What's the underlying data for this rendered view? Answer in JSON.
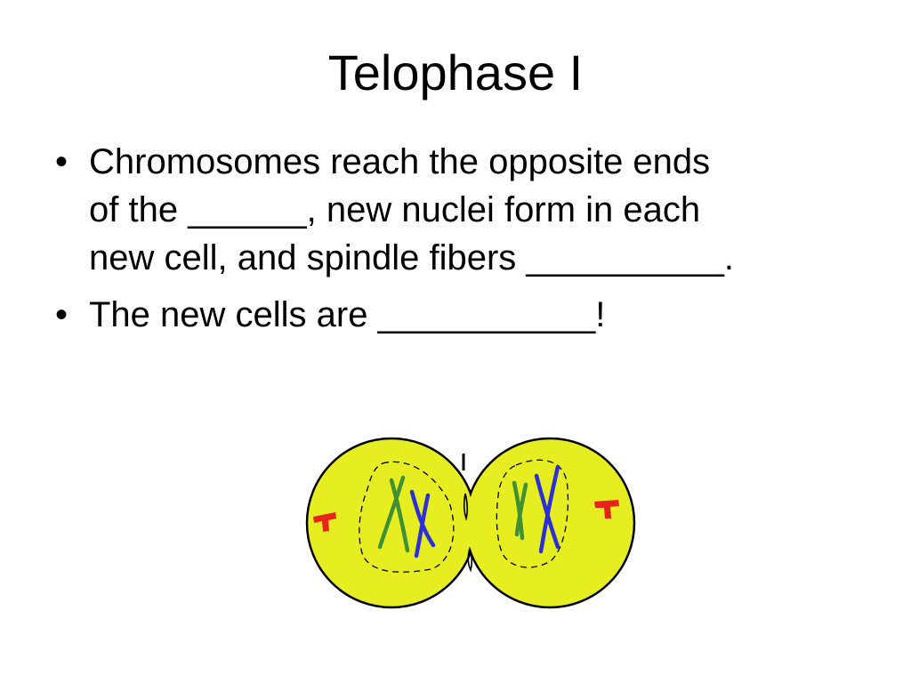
{
  "slide": {
    "title": "Telophase I",
    "bullets": [
      {
        "lines": [
          "Chromosomes reach the opposite ends",
          "of the ______, new nuclei form in each",
          "new cell, and spindle fibers __________."
        ]
      },
      {
        "lines": [
          "The new cells are ___________!"
        ]
      }
    ],
    "bullet_glyph": "•"
  },
  "diagram": {
    "colors": {
      "cell_fill": "#e6ee22",
      "outline": "#000000",
      "chromosome_green": "#3f8f33",
      "chromosome_blue": "#2d2fd6",
      "centriole_red": "#e8231c"
    }
  }
}
